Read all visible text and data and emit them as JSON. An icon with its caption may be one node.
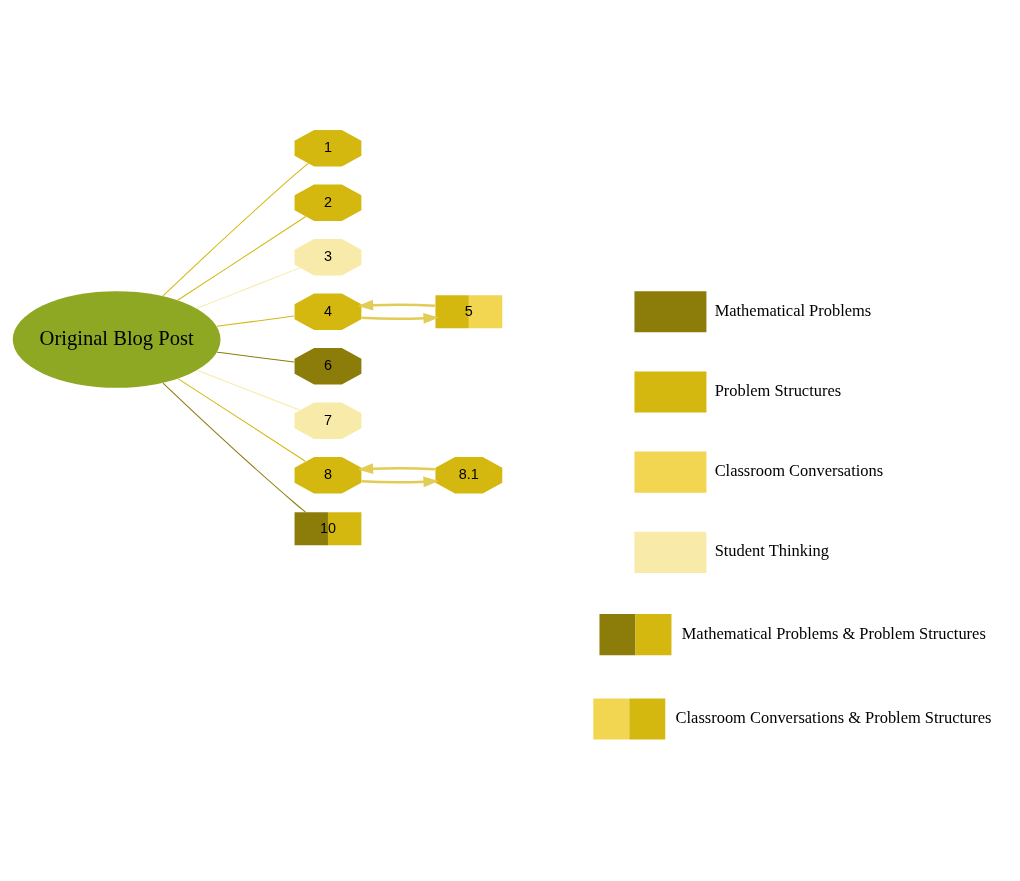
{
  "diagram": {
    "nodes": [
      {
        "text": [
          "Original Blog Post"
        ]
      },
      {
        "text": [
          "1"
        ]
      },
      {
        "text": [
          "2"
        ]
      },
      {
        "text": [
          "3"
        ]
      },
      {
        "text": [
          "4"
        ]
      },
      {
        "text": [
          "5"
        ]
      },
      {
        "text": [
          "6"
        ]
      },
      {
        "text": [
          "7"
        ]
      },
      {
        "text": [
          "8"
        ]
      },
      {
        "text": [
          "8.1"
        ]
      },
      {
        "text": [
          "10"
        ]
      }
    ],
    "edges": [
      {
        "from": 0,
        "to": 1,
        "arrow": "none"
      },
      {
        "from": 0,
        "to": 2,
        "arrow": "none"
      },
      {
        "from": 0,
        "to": 3,
        "arrow": "none",
        "color": "#f8eaa8"
      },
      {
        "from": 0,
        "to": 4,
        "arrow": "none"
      },
      {
        "from": 0,
        "to": 6,
        "arrow": "none",
        "color": "#8c7c0a"
      },
      {
        "from": 0,
        "to": 7,
        "arrow": "none",
        "color": "#f8eaa8"
      },
      {
        "from": 0,
        "to": 8,
        "arrow": "none"
      },
      {
        "from": 0,
        "to": 10,
        "arrow": "none",
        "color": "#8c7c0a"
      },
      {
        "from": 4,
        "to": 5,
        "arrow": "to",
        "color": "#e3cc55",
        "style": "thick"
      },
      {
        "from": 5,
        "to": 4,
        "arrow": "to",
        "color": "#e3cc55",
        "style": "thick"
      },
      {
        "from": 8,
        "to": 9,
        "arrow": "to",
        "color": "#e3cc55",
        "style": "thick"
      },
      {
        "from": 9,
        "to": 8,
        "arrow": "to",
        "color": "#e3cc55",
        "style": "thick"
      }
    ],
    "legend": [
      {
        "text": "Mathematical Problems",
        "color": "#8c7c0a"
      },
      {
        "text": "Problem Structures",
        "color": "#d4b80f"
      },
      {
        "text": "Classroom Conversations",
        "color": "#f2d550"
      },
      {
        "text": "Student Thinking",
        "color": "#f8eaa8"
      },
      {
        "text": "Mathematical Problems & Problem Structures"
      },
      {
        "text": "Classroom Conversations & Problem Structures"
      }
    ]
  }
}
